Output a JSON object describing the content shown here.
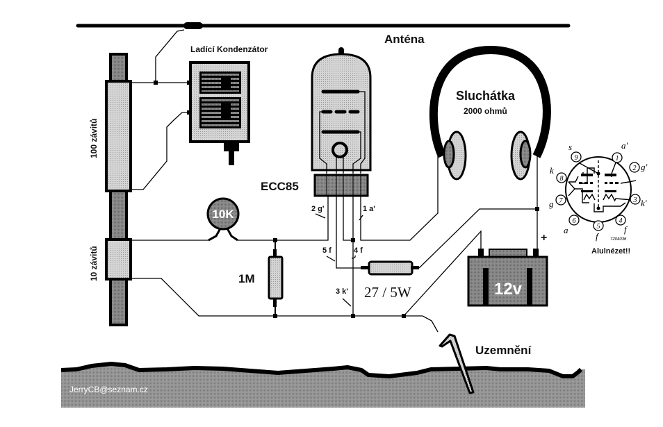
{
  "title": "ECC85 single-tube radio receiver schematic",
  "labels": {
    "antenna": "Anténa",
    "tuning_capacitor": "Ladící Kondenzátor",
    "coil_main": "100 závitů",
    "coil_tap": "10 závitů",
    "tube": "ECC85",
    "potentiometer": "10K",
    "resistor_grid": "1M",
    "resistor_heater": "27  / 5W",
    "headphones": "Sluchátka",
    "headphones_impedance": "2000 ohmů",
    "battery": "12v",
    "battery_plus": "+",
    "ground": "Uzemnění",
    "pinout_caption": "Alulnézet!!",
    "pinout_code": "7204036",
    "credit": "JerryCB@seznam.cz"
  },
  "tube_pins": {
    "p2": "2 g'",
    "p1": "1 a'",
    "p5": "5 f",
    "p4": "4 f",
    "p3": "3 k'"
  },
  "pinout": {
    "pins": [
      {
        "num": "1",
        "name": "a'"
      },
      {
        "num": "2",
        "name": "g'"
      },
      {
        "num": "3",
        "name": "k'"
      },
      {
        "num": "4",
        "name": "f"
      },
      {
        "num": "5",
        "name": "f"
      },
      {
        "num": "6",
        "name": "a"
      },
      {
        "num": "7",
        "name": "g"
      },
      {
        "num": "8",
        "name": "k"
      },
      {
        "num": "9",
        "name": "s"
      }
    ]
  },
  "colors": {
    "light_fill": "#c8c8c8",
    "dark_fill": "#8a8a8a",
    "ground_fill": "#909090",
    "line": "#000000"
  }
}
